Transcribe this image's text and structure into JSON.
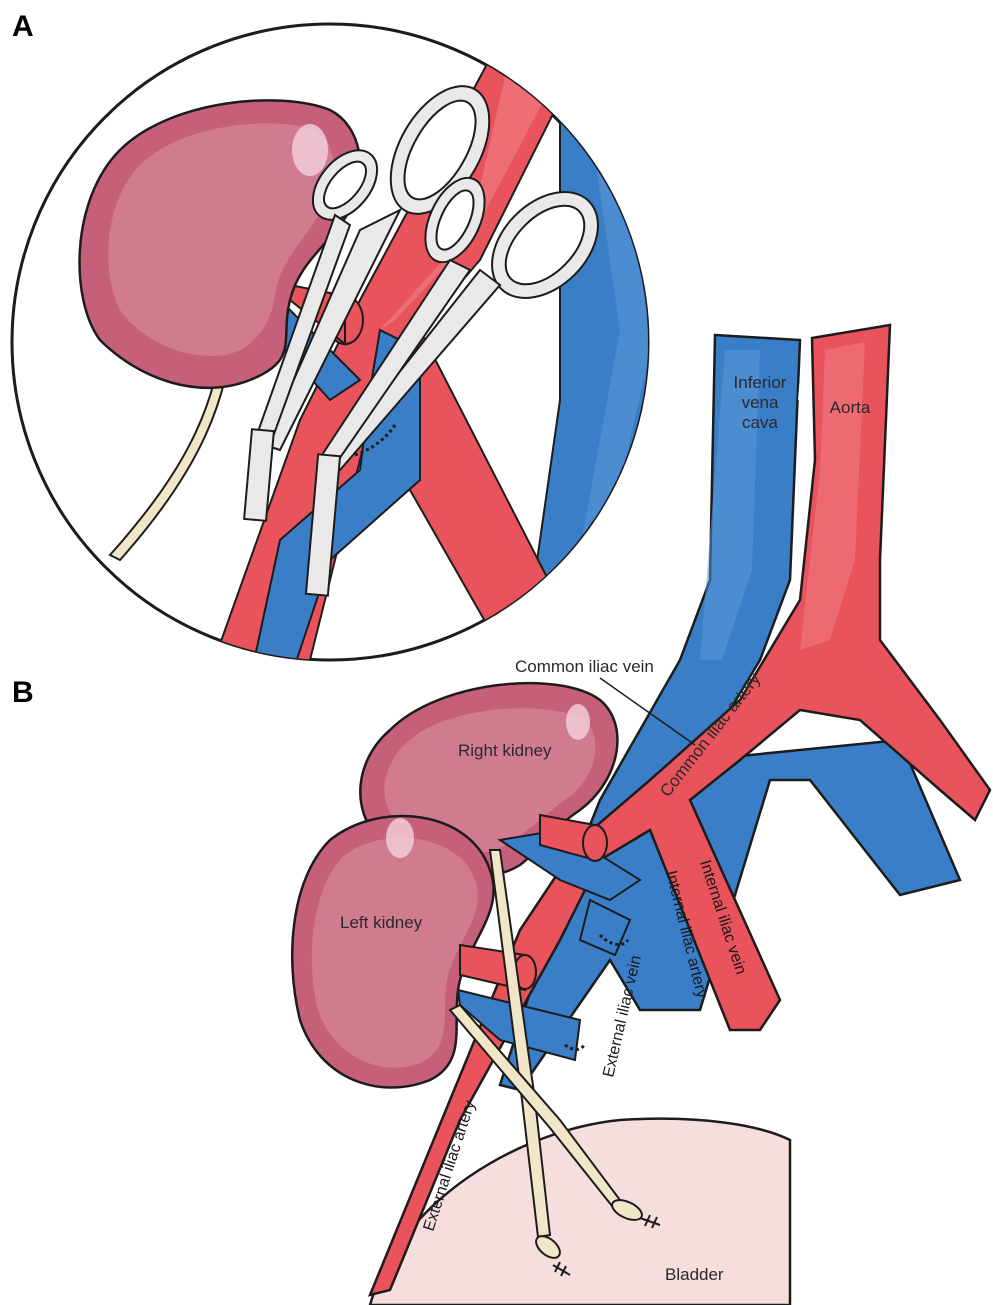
{
  "panels": {
    "a": "A",
    "b": "B"
  },
  "labels": {
    "inferior_vena_cava": [
      "Inferior",
      "vena",
      "cava"
    ],
    "aorta": "Aorta",
    "common_iliac_vein": "Common iliac vein",
    "common_iliac_artery": "Common iliac artery",
    "right_kidney": "Right kidney",
    "left_kidney": "Left kidney",
    "internal_iliac_vein": "Internal iliac vein",
    "internal_iliac_artery": "Internal iliac artery",
    "external_iliac_vein": "External iliac vein",
    "external_iliac_artery": "External iliac artery",
    "bladder": "Bladder"
  },
  "colors": {
    "artery": "#e8535c",
    "artery_light": "#f07a80",
    "vein": "#3a7ec8",
    "vein_light": "#5d9ad8",
    "kidney": "#c6607a",
    "kidney_light": "#d98ea0",
    "ureter": "#f1e6c8",
    "bladder": "#f7dede",
    "outline": "#1c1c1c",
    "instrument": "#e9e9e9"
  },
  "icons": {
    "clamp": "hemostat-clamp-icon",
    "suture": "suture-icon"
  }
}
